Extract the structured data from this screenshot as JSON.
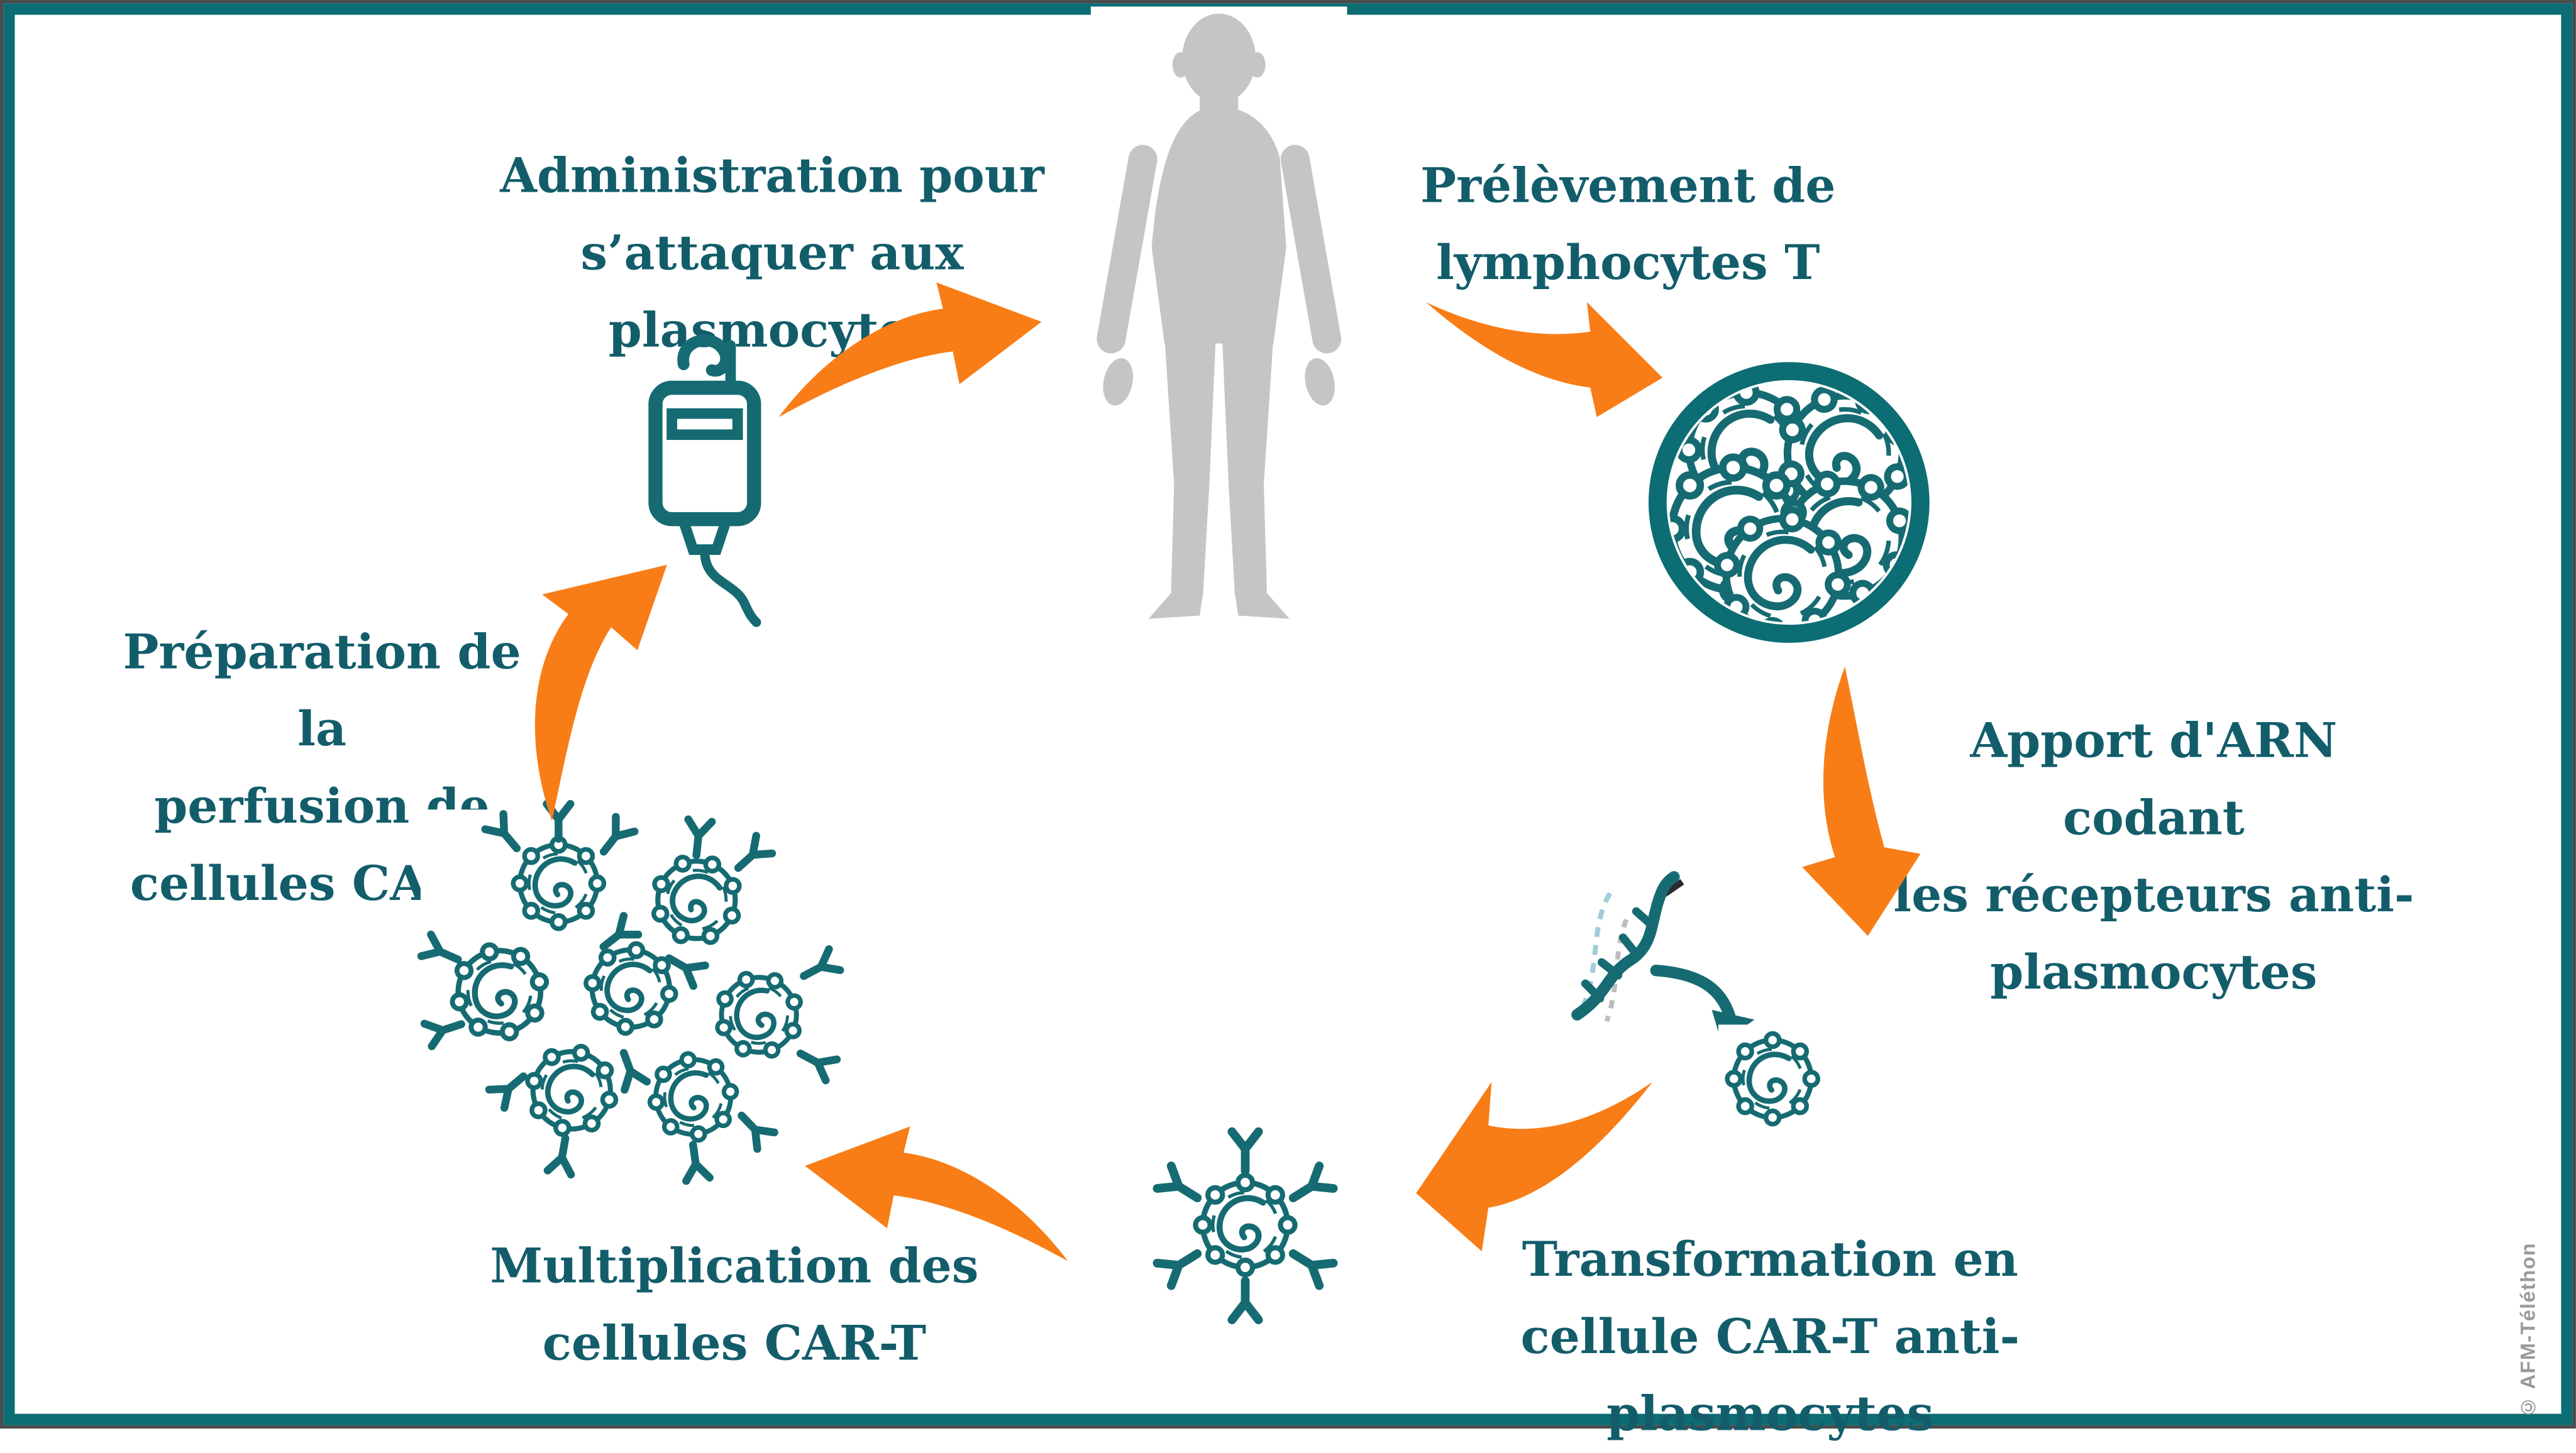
{
  "diagram": {
    "subject": "CAR-T cell therapy cycle",
    "language": "fr",
    "steps": [
      {
        "id": "administration",
        "lines": [
          "Administration pour",
          "s’attaquer aux",
          "plasmocytes"
        ]
      },
      {
        "id": "prelevement",
        "lines": [
          "Prélèvement de",
          "lymphocytes T"
        ]
      },
      {
        "id": "apport-arn",
        "lines": [
          "Apport d'ARN codant",
          "les récepteurs anti-",
          "plasmocytes"
        ]
      },
      {
        "id": "transformation",
        "lines": [
          "Transformation en",
          "cellule CAR-T anti-",
          "plasmocytes"
        ]
      },
      {
        "id": "multiplication",
        "lines": [
          "Multiplication des",
          "cellules CAR-T"
        ]
      },
      {
        "id": "preparation",
        "lines": [
          "Préparation de la",
          "perfusion de",
          "cellules CAR-T"
        ]
      }
    ],
    "credit": "© AFM-Téléthon",
    "icons": [
      "human-body-icon",
      "iv-bag-icon",
      "lymphocytes-circle-icon",
      "rna-strand-icon",
      "lymphocyte-cell-icon",
      "car-t-cell-icon",
      "car-t-cells-cluster-icon"
    ],
    "colors": {
      "teal_text": "#135d6b",
      "teal_icon": "#166b72",
      "teal_border": "#0c6d74",
      "orange_arrow": "#f87d17",
      "body_gray": "#c5c5c5",
      "credit_gray": "#9a9a9a",
      "rna_light": "#9fcdd9",
      "background": "#ffffff"
    }
  }
}
